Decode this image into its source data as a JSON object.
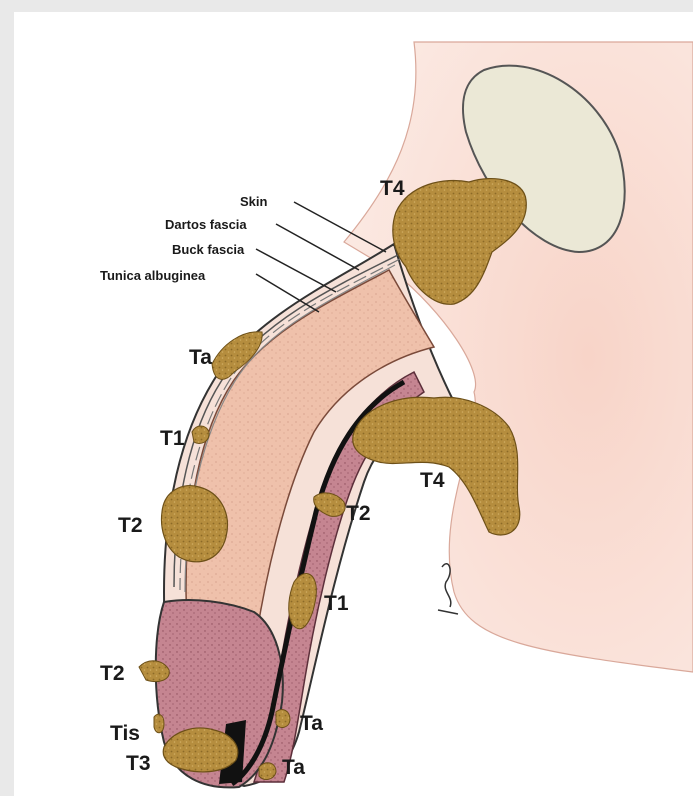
{
  "labels": {
    "skin": "Skin",
    "dartos": "Dartos fascia",
    "buck": "Buck fascia",
    "tunica": "Tunica albuginea",
    "stages": {
      "t4_top": "T4",
      "ta_left": "Ta",
      "t1_left": "T1",
      "t2_left": "T2",
      "t4_right": "T4",
      "t2_right": "T2",
      "t1_right": "T1",
      "t2_lower": "T2",
      "tis": "Tis",
      "t3": "T3",
      "ta_bottom": "Ta",
      "ta_base": "Ta"
    }
  },
  "signature": "signature-mark",
  "colors": {
    "background": "#e9e9e9",
    "skin": "#f6d7cc",
    "shaft": "#f0c3ad",
    "glans": "#c98996",
    "tumor": "#b58d3e",
    "urethra": "#111111",
    "bone": "#ebe8d6"
  }
}
